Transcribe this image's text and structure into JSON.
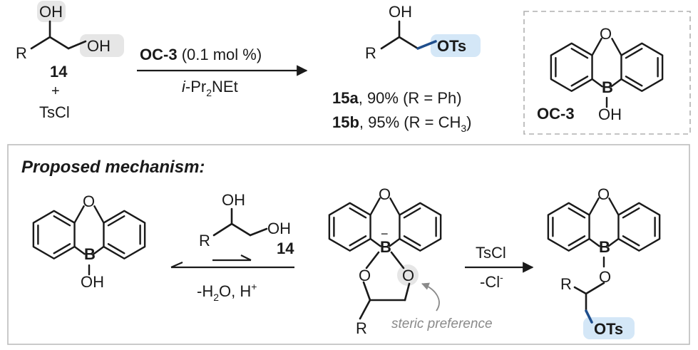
{
  "reaction": {
    "substrate_oh1": "OH",
    "substrate_oh2": "OH",
    "substrate_r": "R",
    "substrate_id": "14",
    "plus": "+",
    "reagent": "TsCl",
    "catalyst_label": "OC-3",
    "catalyst_loading": "(0.1 mol %)",
    "base_prefix": "i",
    "base_main": "-Pr",
    "base_sub": "2",
    "base_tail": "NEt",
    "product_oh": "OH",
    "product_r": "R",
    "product_ots": "OTs",
    "product_a_id": "15a",
    "product_a_text": ", 90% (R =  Ph)",
    "product_b_id": "15b",
    "product_b_text": ", 95% (R = CH",
    "product_b_sub": "3",
    "product_b_close": ")"
  },
  "catalyst_box": {
    "o": "O",
    "b": "B",
    "oh": "OH",
    "label": "OC-3"
  },
  "mechanism": {
    "title": "Proposed mechanism:",
    "cat_o": "O",
    "cat_b": "B",
    "cat_oh": "OH",
    "diol_oh1": "OH",
    "diol_oh2": "OH",
    "diol_r": "R",
    "diol_id": "14",
    "eq_below_a": "-H",
    "eq_below_sub": "2",
    "eq_below_b": "O, H",
    "eq_below_sup": "+",
    "ate_o": "O",
    "ate_b": "B",
    "ate_charge": "−",
    "ate_o1": "O",
    "ate_o2": "O",
    "ate_r": "R",
    "steric": "steric preference",
    "step_above": "TsCl",
    "step_below": "-Cl",
    "step_below_sup": "-",
    "prod_o": "O",
    "prod_b": "B",
    "prod_o2": "O",
    "prod_r": "R",
    "prod_ots": "OTs"
  },
  "colors": {
    "highlight_grey": "#e6e6e6",
    "highlight_blue": "#d4e7f7",
    "ots_bond_blue": "#1f4e8c",
    "box_border": "#bdbdbd",
    "dashed_border": "#b0b0b0",
    "steric_grey": "#8a8a8a"
  }
}
